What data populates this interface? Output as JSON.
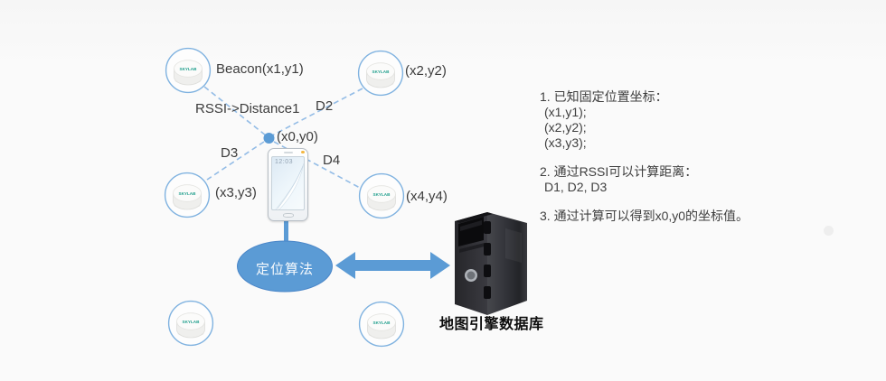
{
  "beacon_logo": "SKYLAB",
  "labels": {
    "beacon1": "Beacon(x1,y1)",
    "beacon2": "(x2,y2)",
    "beacon3": "(x3,y3)",
    "beacon4": "(x4,y4)",
    "rssi_distance": "RSSI->Distance1",
    "d2": "D2",
    "d3": "D3",
    "d4": "D4",
    "unknown_point": "(x0,y0)",
    "phone_time": "12:03",
    "algorithm": "定位算法",
    "server": "地图引擎数据库"
  },
  "notes": [
    {
      "title": "1. 已知固定位置坐标：",
      "items": [
        "(x1,y1);",
        "(x2,y2);",
        "(x3,y3);"
      ]
    },
    {
      "title": "2. 通过RSSI可以计算距离：",
      "items": [
        "D1, D2, D3"
      ]
    },
    {
      "title": "3. 通过计算可以得到x0,y0的坐标值。",
      "items": []
    }
  ],
  "colors": {
    "accent_blue": "#5B9BD5",
    "dash_blue": "#93BCE6",
    "logo_teal": "#1E9E8C",
    "text": "#3C3C3C"
  }
}
